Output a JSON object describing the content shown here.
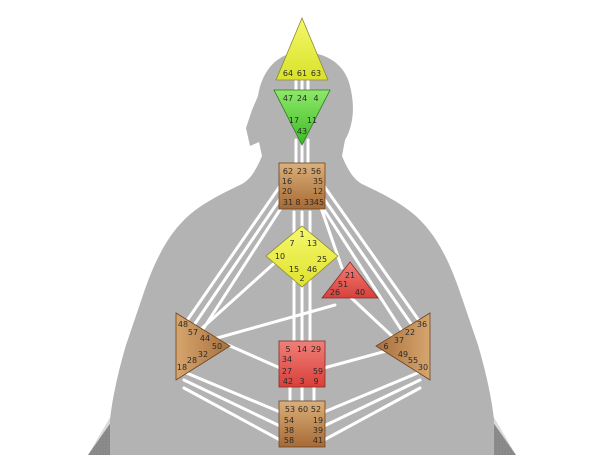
{
  "colors": {
    "head": "#e9f23a",
    "ajna": "#63d63a",
    "throat": "#c9925a",
    "g_center": "#eef03e",
    "ego": "#e65a55",
    "spleen": "#c58f55",
    "sacral": "#e4504a",
    "solar_plexus": "#c58f55",
    "root": "#c58f55",
    "channel": "#ffffff",
    "body_silhouette": "#b0b0b0",
    "background_triangle": "#8a8a8a"
  },
  "centers": {
    "head": {
      "gates": [
        "64",
        "61",
        "63"
      ]
    },
    "ajna": {
      "gates": [
        "47",
        "24",
        "4",
        "17",
        "11",
        "43"
      ]
    },
    "throat": {
      "gates": [
        "62",
        "23",
        "56",
        "16",
        "35",
        "20",
        "12",
        "31",
        "8",
        "33",
        "45"
      ]
    },
    "g_center": {
      "gates": [
        "1",
        "7",
        "13",
        "10",
        "25",
        "15",
        "46",
        "2"
      ]
    },
    "ego": {
      "gates": [
        "21",
        "51",
        "26",
        "40"
      ]
    },
    "spleen": {
      "gates": [
        "48",
        "57",
        "44",
        "50",
        "32",
        "28",
        "18"
      ]
    },
    "sacral": {
      "gates": [
        "5",
        "14",
        "29",
        "34",
        "27",
        "59",
        "42",
        "3",
        "9"
      ]
    },
    "solar_plexus": {
      "gates": [
        "36",
        "22",
        "37",
        "6",
        "49",
        "55",
        "30"
      ]
    },
    "root": {
      "gates": [
        "53",
        "60",
        "52",
        "54",
        "19",
        "38",
        "39",
        "58",
        "41"
      ]
    }
  }
}
